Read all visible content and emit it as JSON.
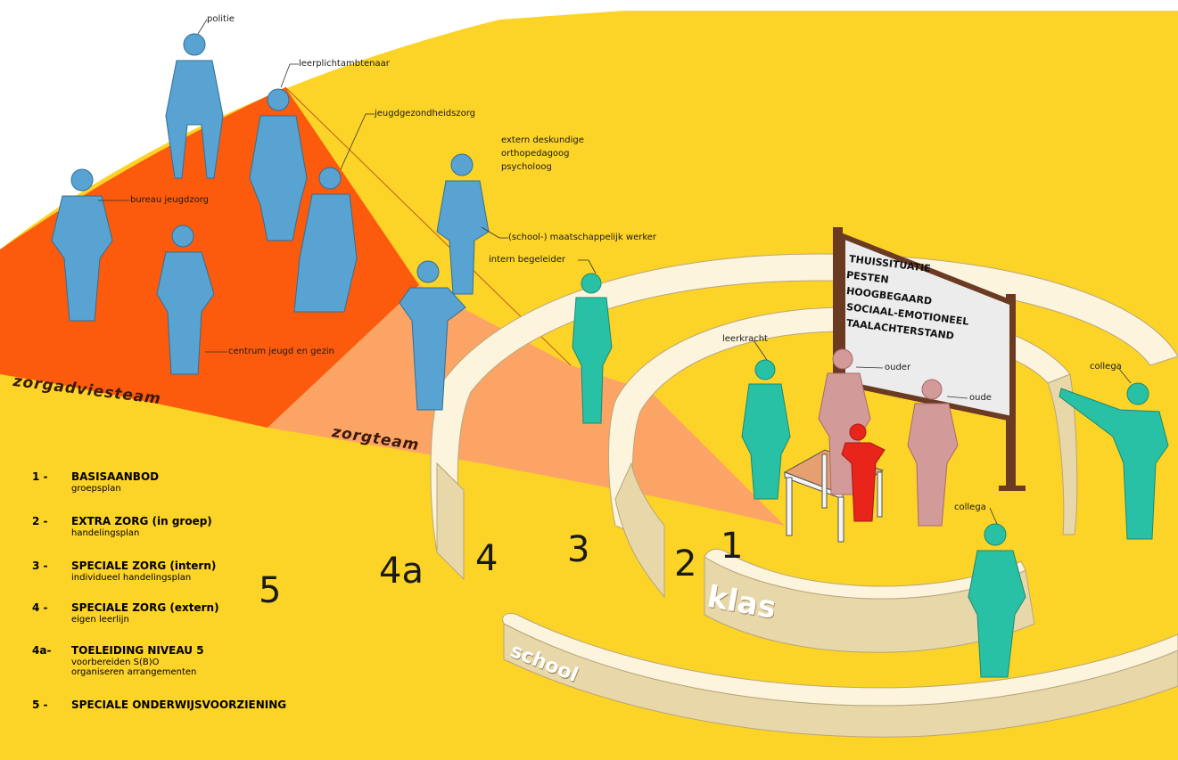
{
  "people_labels": {
    "politie": "politie",
    "leerplichtambtenaar": "leerplichtambtenaar",
    "jeugdgezondheidszorg": "jeugdgezondheidszorg",
    "extern_line1": "extern deskundige",
    "extern_line2": "orthopedagoog",
    "extern_line3": "psycholoog",
    "bureau_jeugdzorg": "bureau jeugdzorg",
    "maatschappelijk_werker": "(school-) maatschappelijk werker",
    "intern_begeleider": "intern begeleider",
    "centrum_jeugd": "centrum jeugd en gezin",
    "leerkracht": "leerkracht",
    "ouder1": "ouder",
    "ouder2": "oude",
    "collega_right": "collega",
    "collega_bottom": "collega"
  },
  "teams": {
    "zorgadviesteam": "zorgadviesteam",
    "zorgteam": "zorgteam"
  },
  "numbers": {
    "n4a": "4a",
    "n4": "4",
    "n3": "3",
    "n2": "2",
    "n1": "1",
    "n5": "5"
  },
  "walls": {
    "klas": "klas",
    "school": "school"
  },
  "board": {
    "lines": [
      "THUISSITUATIE",
      "PESTEN",
      "HOOGBEGAARD",
      "SOCIAAL-EMOTIONEEL",
      "TAALACHTERSTAND"
    ]
  },
  "legend": [
    {
      "num": "1  -",
      "title": "BASISAANBOD",
      "sub": "groepsplan",
      "sub2": ""
    },
    {
      "num": "2  -",
      "title": "EXTRA ZORG (in groep)",
      "sub": "handelingsplan",
      "sub2": ""
    },
    {
      "num": "3  -",
      "title": "SPECIALE ZORG (intern)",
      "sub": "individueel handelingsplan",
      "sub2": ""
    },
    {
      "num": "4  -",
      "title": "SPECIALE ZORG (extern)",
      "sub": "eigen leerlijn",
      "sub2": ""
    },
    {
      "num": "4a-",
      "title": "TOELEIDING NIVEAU 5",
      "sub": "voorbereiden S(B)O",
      "sub2": "organiseren arrangementen"
    },
    {
      "num": "5  -",
      "title": "SPECIALE ONDERWIJSVOORZIENING",
      "sub": "",
      "sub2": ""
    }
  ],
  "colors": {
    "ground": "#fcd327",
    "zorgadvies_zone": "#fc5a0c",
    "zorgteam_zone": "#fca466",
    "wall_top": "#fcf4dc",
    "wall_face": "#e8d7a8",
    "external_people": "#58a3d2",
    "school_people": "#28c1a5",
    "parents": "#d39a9a",
    "child": "#e8241b",
    "board_frame": "#6b3a22",
    "board_face": "#ececec"
  }
}
